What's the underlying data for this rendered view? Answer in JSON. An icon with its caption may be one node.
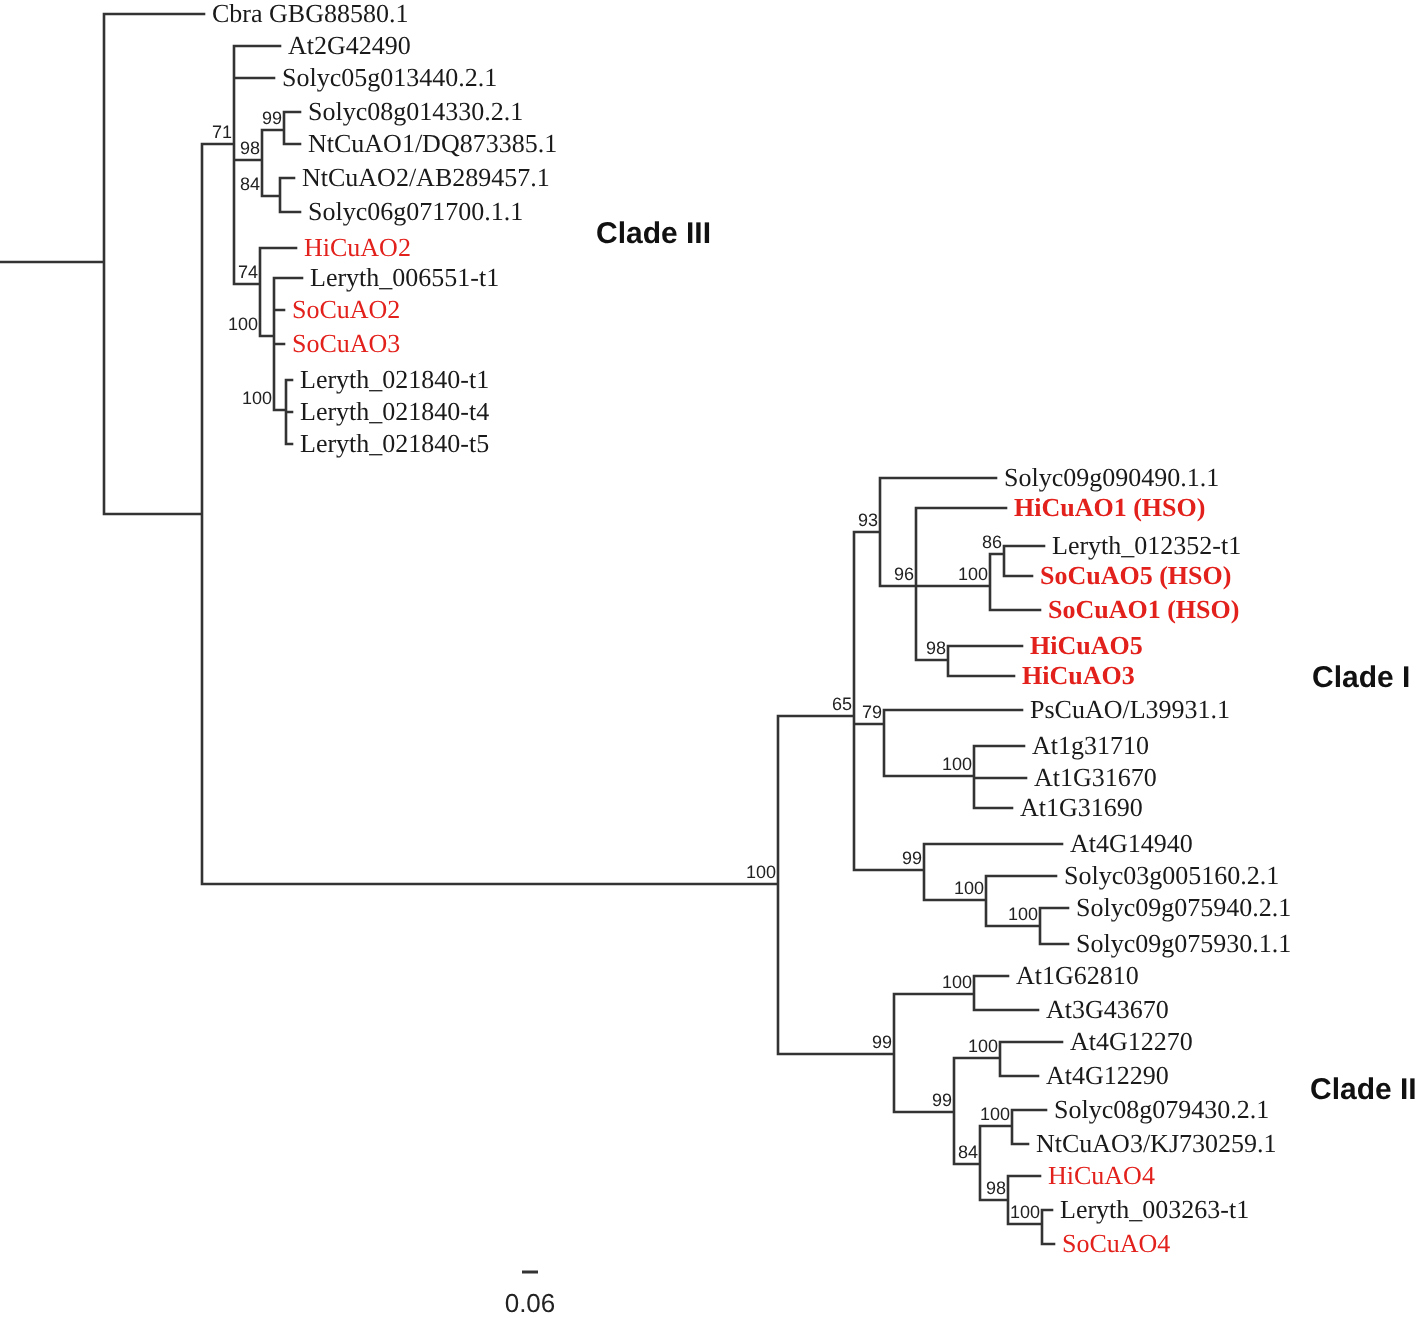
{
  "diagram": {
    "labels": [
      "Cbra GBG88580.1",
      "At2G42490",
      "Solyc05g013440.2.1",
      "99",
      "Solyc08g014330.2.1",
      "71",
      "98",
      "NtCuAO1/DQ873385.1",
      "NtCuAO2/AB289457.1",
      "84",
      "Solyc06g071700.1.1",
      "Clade III",
      "HiCuAO2",
      "74",
      "Leryth_006551-t1",
      "SoCuAO2",
      "100",
      "SoCuAO3",
      "Leryth_021840-t1",
      "100",
      "Leryth_021840-t4",
      "Leryth_021840-t5",
      "Solyc09g090490.1.1",
      "HiCuAO1 (HSO)",
      "93",
      "86",
      "Leryth_012352-t1",
      "96",
      "100",
      "SoCuAO5 (HSO)",
      "SoCuAO1 (HSO)",
      "98",
      "HiCuAO5",
      "HiCuAO3",
      "Clade I",
      "65",
      "PsCuAO/L39931.1",
      "79",
      "At1g31710",
      "100",
      "At1G31670",
      "At1G31690",
      "At4G14940",
      "99",
      "100",
      "Solyc03g005160.2.1",
      "100",
      "100",
      "Solyc09g075940.2.1",
      "Solyc09g075930.1.1",
      "100",
      "At1G62810",
      "At3G43670",
      "99",
      "100",
      "At4G12270",
      "At4G12290",
      "Clade II",
      "99",
      "100",
      "Solyc08g079430.2.1",
      "84",
      "NtCuAO3/KJ730259.1",
      "HiCuAO4",
      "98",
      "100",
      "Leryth_003263-t1",
      "SoCuAO4",
      "0.06"
    ]
  }
}
